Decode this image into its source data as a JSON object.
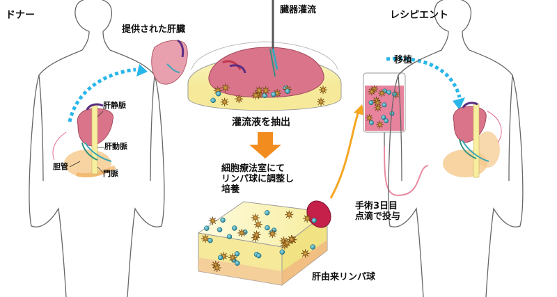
{
  "labels": {
    "donor": "ドナー",
    "recipient": "レシピエント",
    "provided_liver": "提供された肝臓",
    "organ_perfusion": "臓器灌流",
    "hepatic_vein": "肝静脈",
    "hepatic_artery": "肝動脈",
    "bile_duct": "胆管",
    "portal_vein": "門脈",
    "extract_perfusate": "灌流液を抽出",
    "cell_therapy_room": "細胞療法室にて\nリンパ球に調整し\n培養",
    "liver_derived_lymphocytes": "肝由来リンパ球",
    "post_op_day3": "手術3日目\n点滴で投与",
    "transplant": "移植"
  },
  "colors": {
    "liver": "#d9748a",
    "liver_light": "#e8a0ae",
    "dish_yellow": "#f7ef9f",
    "cyan_arrow": "#29b6e8",
    "orange_arrow": "#f5a623",
    "big_arrow": "#f28c1e",
    "purple_vessel": "#5a2d82",
    "gold_cell": "#c08b2a",
    "teal_cell": "#3aa7b8",
    "bag_pink": "#e36d8c",
    "pancreas": "#f5c98a"
  },
  "icons": {
    "donor_body": "human-silhouette",
    "recipient_body": "human-silhouette",
    "perfusion_dish": "petri-dish",
    "culture_flask": "culture-flask",
    "iv_bag": "iv-drip-bag"
  }
}
